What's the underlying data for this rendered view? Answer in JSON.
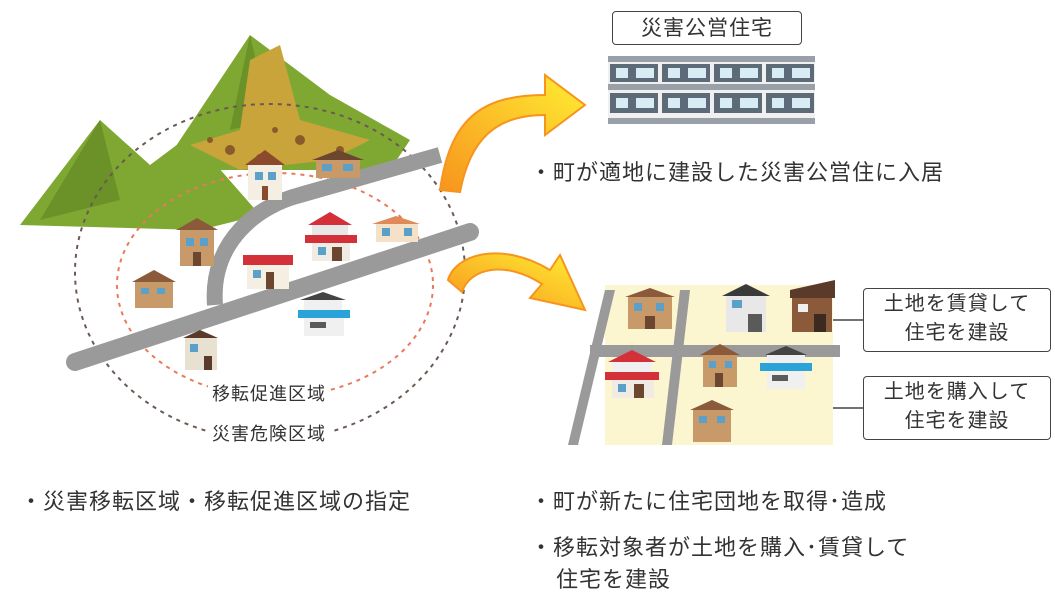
{
  "zones": {
    "relocation_promotion": "移転促進区域",
    "disaster_danger": "災害危険区域"
  },
  "public_housing": {
    "label": "災害公営住宅",
    "caption": "・町が適地に建設した災害公営住に入居"
  },
  "housing_estate": {
    "lease_label_line1": "土地を賃貸して",
    "lease_label_line2": "住宅を建設",
    "purchase_label_line1": "土地を購入して",
    "purchase_label_line2": "住宅を建設"
  },
  "captions": {
    "left": "・災害移転区域・移転促進区域の指定",
    "right_1": "・町が新たに住宅団地を取得･造成",
    "right_2_line1": "・移転対象者が土地を購入･賃貸して",
    "right_2_line2": "住宅を建設"
  },
  "colors": {
    "mountain": "#7fa832",
    "road": "#9a9a9a",
    "arrow_start": "#f7941d",
    "arrow_end": "#ffee33",
    "dashed_outer": "#6b5a52",
    "dashed_inner": "#e87a5a",
    "lot": "#fbf5d0"
  }
}
